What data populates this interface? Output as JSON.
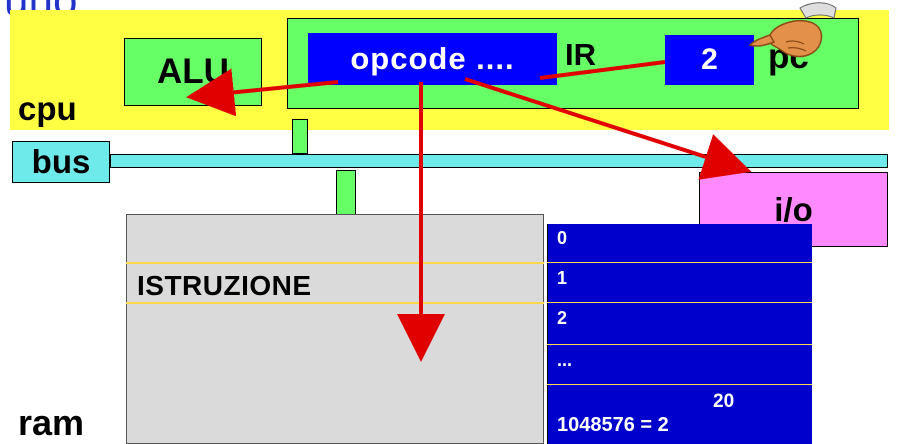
{
  "title_fragment": "uno",
  "cpu": {
    "label": "cpu",
    "alu_label": "ALU",
    "opcode_label": "opcode ....",
    "ir_label": "IR",
    "pc_value": "2",
    "pc_label": "pc"
  },
  "bus": {
    "label": "bus"
  },
  "io": {
    "label": "i/o"
  },
  "ram": {
    "label": "ram",
    "content_label": "ISTRUZIONE",
    "addresses": [
      "0",
      "1",
      "2",
      "..."
    ],
    "max_address_base": "1048576 = 2",
    "max_address_exponent": "20"
  },
  "icons": {
    "pointer": "pointing-hand-icon"
  },
  "colors": {
    "cpu_background": "#ffff44",
    "component_green": "#66ff66",
    "register_blue": "#0000ff",
    "address_blue": "#0000cc",
    "bus_cyan": "#6eeaea",
    "io_pink": "#ff8aff",
    "ram_gray": "#dadada",
    "arrow_red": "#e00000",
    "title_blue": "#2233cc"
  }
}
